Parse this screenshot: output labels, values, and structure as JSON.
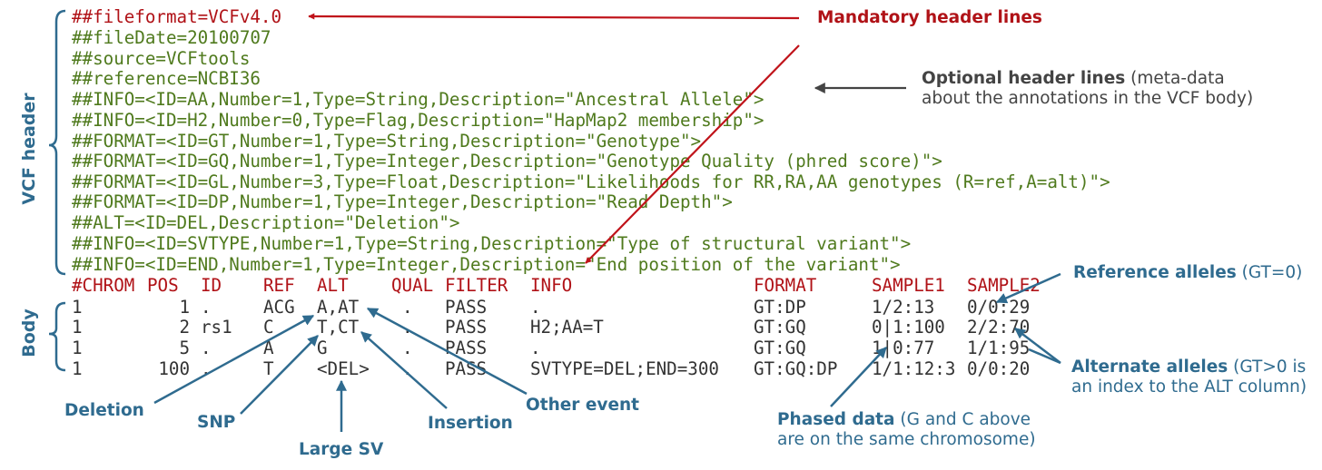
{
  "header_lines": [
    "##fileformat=VCFv4.0",
    "##fileDate=20100707",
    "##source=VCFtools",
    "##reference=NCBI36",
    "##INFO=<ID=AA,Number=1,Type=String,Description=\"Ancestral Allele\">",
    "##INFO=<ID=H2,Number=0,Type=Flag,Description=\"HapMap2 membership\">",
    "##FORMAT=<ID=GT,Number=1,Type=String,Description=\"Genotype\">",
    "##FORMAT=<ID=GQ,Number=1,Type=Integer,Description=\"Genotype Quality (phred score)\">",
    "##FORMAT=<ID=GL,Number=3,Type=Float,Description=\"Likelihoods for RR,RA,AA genotypes (R=ref,A=alt)\">",
    "##FORMAT=<ID=DP,Number=1,Type=Integer,Description=\"Read Depth\">",
    "##ALT=<ID=DEL,Description=\"Deletion\">",
    "##INFO=<ID=SVTYPE,Number=1,Type=String,Description=\"Type of structural variant\">",
    "##INFO=<ID=END,Number=1,Type=Integer,Description=\"End position of the variant\">"
  ],
  "columns": [
    "#CHROM",
    "POS",
    "ID",
    "REF",
    "ALT",
    "QUAL",
    "FILTER",
    "INFO",
    "FORMAT",
    "SAMPLE1",
    "SAMPLE2"
  ],
  "rows": [
    [
      "1",
      "1",
      ".",
      "ACG",
      "A,AT",
      ".",
      "PASS",
      ".",
      "GT:DP",
      "1/2:13",
      "0/0:29"
    ],
    [
      "1",
      "2",
      "rs1",
      "C",
      "T,CT",
      ".",
      "PASS",
      "H2;AA=T",
      "GT:GQ",
      "0|1:100",
      "2/2:70"
    ],
    [
      "1",
      "5",
      ".",
      "A",
      "G",
      ".",
      "PASS",
      ".",
      "GT:GQ",
      "1|0:77",
      "1/1:95"
    ],
    [
      "1",
      "100",
      ".",
      "T",
      "<DEL>",
      ".",
      "PASS",
      "SVTYPE=DEL;END=300",
      "GT:GQ:DP",
      "1/1:12:3",
      "0/0:20"
    ]
  ],
  "section_labels": {
    "vcf_header": "VCF header",
    "body": "Body"
  },
  "annotations": {
    "mandatory": "Mandatory header lines",
    "optional_bold": "Optional header lines",
    "optional_rest1": " (meta-data",
    "optional_rest2": "about the annotations in the VCF body)",
    "ref_bold": "Reference alleles",
    "ref_rest": " (GT=0)",
    "alt_bold": "Alternate alleles",
    "alt_rest1": " (GT>0 is",
    "alt_rest2": "an index to the ALT column)",
    "phased_bold": "Phased data",
    "phased_rest1": " (G and C above",
    "phased_rest2": "are on the same chromosome)",
    "deletion": "Deletion",
    "snp": "SNP",
    "large_sv": "Large SV",
    "insertion": "Insertion",
    "other_event": "Other event"
  },
  "colors": {
    "header_text": "#4f7a1d",
    "red": "#b01217",
    "blue": "#2f6b8f",
    "body_text": "#333333"
  }
}
